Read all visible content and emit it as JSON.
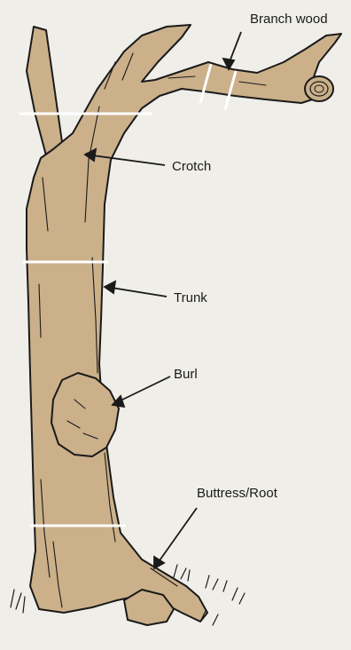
{
  "labels": {
    "branch_wood": "Branch wood",
    "crotch": "Crotch",
    "trunk": "Trunk",
    "burl": "Burl",
    "buttress_root": "Buttress/Root"
  },
  "colors": {
    "background": "#efeee8",
    "wood_fill": "#cbb08a",
    "ink": "#1a1a1a",
    "cut_line": "#ffffff"
  }
}
